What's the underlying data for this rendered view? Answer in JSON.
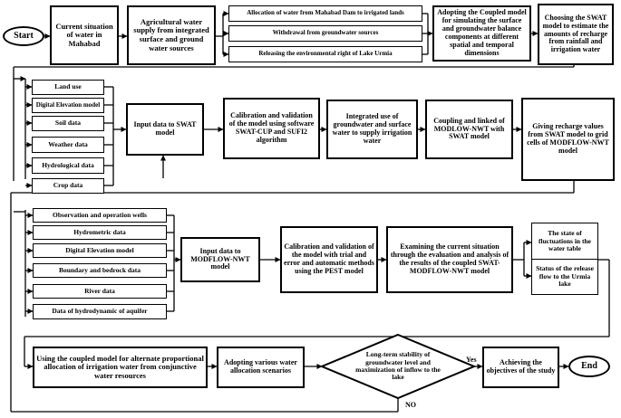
{
  "start_label": "Start",
  "end_label": "End",
  "row1": {
    "current_situation": "Current situation of water in Mahabad",
    "agri_supply": "Agricultural water supply from integrated surface and ground water sources",
    "sources": [
      "Allocation of water from Mahabad Dam to irrigated lands",
      "Withdrawal from groundwater sources",
      "Releasing the environmental right of Lake Urmia"
    ],
    "coupled_model": "Adopting the Coupled model for simulating the surface and groundwater balance components at different spatial and temporal dimensions",
    "choose_swat": "Choosing the SWAT model to estimate the amounts of recharge from rainfall and irrigation water"
  },
  "row2": {
    "inputs": [
      "Land use",
      "Digital Elevation model",
      "Soil data",
      "Weather data",
      "Hydrological data",
      "Crop data"
    ],
    "input_swat": "Input data to SWAT model",
    "calibration": "Calibration and validation of the model using software SWAT-CUP and SUFI2 algorithm",
    "integrated_use": "Integrated use of groundwater and surface water to supply irrigation water",
    "coupling": "Coupling and linked of MODLOW-NWT with SWAT model",
    "recharge": "Giving recharge values from SWAT model to grid cells of MODFLOW-NWT model"
  },
  "row3": {
    "inputs": [
      "Observation and operation wells",
      "Hydrometric data",
      "Digital Elevation model",
      "Boundary and bedrock data",
      "River data",
      "Data of hydrodynamic of aquifer"
    ],
    "input_modflow": "Input data to MODFLOW-NWT model",
    "calibration": "Calibration and validation of the model with trial and error and automatic methods using the PEST model",
    "examining": "Examining the current situation through the evaluation and analysis of the results of the coupled SWAT-MODFLOW-NWT model",
    "outputs": [
      "The state of fluctuations in the water table",
      "Status of the release flow to the Urmia lake"
    ]
  },
  "row4": {
    "coupled_use": "Using the coupled model for alternate proportional allocation of irrigation water from conjunctive water resources",
    "scenarios": "Adopting various water allocation scenarios",
    "decision": "Long-term stability of groundwater level and maximization of inflow to the lake",
    "yes": "Yes",
    "no": "NO",
    "achieving": "Achieving the objectives of the study"
  }
}
